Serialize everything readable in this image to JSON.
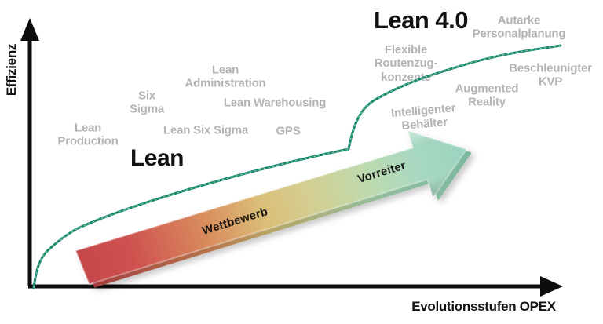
{
  "axes": {
    "y_label": "Effizienz",
    "x_label": "Evolutionsstufen OPEX"
  },
  "eras": {
    "lean_title": "Lean",
    "lean40_title": "Lean 4.0"
  },
  "lean_methods": {
    "lean_production": "Lean\nProduction",
    "six_sigma": "Six\nSigma",
    "lean_administration": "Lean\nAdministration",
    "lean_six_sigma": "Lean Six Sigma",
    "lean_warehousing": "Lean Warehousing",
    "gps": "GPS"
  },
  "lean40_methods": {
    "flexible_routenzugkonzepte": "Flexible\nRoutenzug-\nkonzepte",
    "intelligenter_behaelter": "Intelligenter\nBehälter",
    "augmented_reality": "Augmented\nReality",
    "autarke_personalplanung": "Autarke\nPersonalplanung",
    "beschleunigter_kvp": "Beschleunigter\nKVP"
  },
  "arrow_stages": {
    "stage1": "Wettbewerb",
    "stage2": "Vorreiter"
  },
  "colors": {
    "curve_green": "#16896b",
    "label_gray": "#b3b3b3",
    "title_black": "#121212",
    "arrow_red": "#c84a4c",
    "arrow_yellow": "#dcc47c",
    "arrow_mint": "#9fd5c0"
  }
}
